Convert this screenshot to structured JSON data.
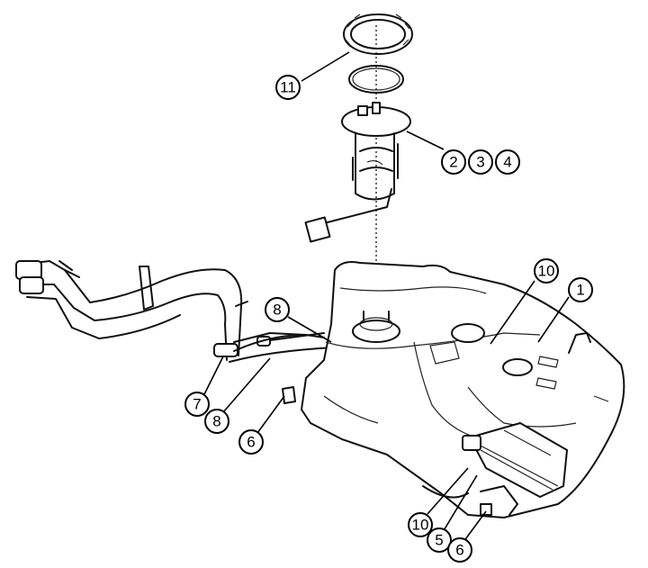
{
  "callouts": {
    "c1": "1",
    "c2": "2",
    "c3": "3",
    "c4": "4",
    "c5": "5",
    "c6a": "6",
    "c6b": "6",
    "c7": "7",
    "c8a": "8",
    "c8b": "8",
    "c10a": "10",
    "c10b": "10",
    "c11": "11"
  }
}
